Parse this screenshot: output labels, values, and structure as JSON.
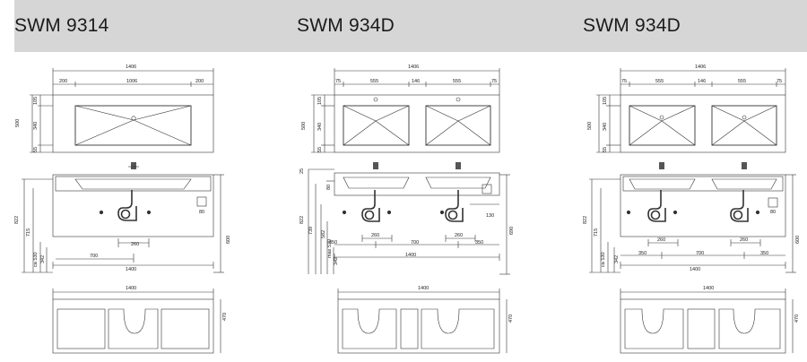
{
  "titles": [
    "SWM 9314",
    "SWM 934D",
    "SWM 934D"
  ],
  "model_a": {
    "top": {
      "total": "1406",
      "left": "200",
      "middle": "1006",
      "right": "200",
      "depth": "500",
      "d1": "105",
      "d2": "340",
      "d3": "55"
    },
    "front": {
      "height": "822",
      "h1": "715",
      "h2": "ca 530",
      "h3": "342",
      "width": "1400",
      "drain_offset": "700",
      "trap": "260",
      "box": "80",
      "cabinet": "600"
    },
    "bottom": {
      "width": "1400",
      "height": "470"
    }
  },
  "model_b": {
    "top": {
      "total": "1406",
      "edge_l": "75",
      "bowl_l": "555",
      "gap": "146",
      "bowl_r": "555",
      "edge_r": "75",
      "depth": "500",
      "d1": "105",
      "d2": "340",
      "d3": "55"
    },
    "front": {
      "height": "822",
      "h_top": "25",
      "h_shelf": "80",
      "h1": "739",
      "h2": "582",
      "h3": "max 530",
      "h4": "342",
      "left": "350",
      "mid": "700",
      "right": "350",
      "width": "1400",
      "trap": "260",
      "trap2": "260",
      "box": "130",
      "cabinet": "690"
    },
    "bottom": {
      "width": "1400",
      "height": "470"
    }
  },
  "model_c": {
    "top": {
      "total": "1406",
      "edge_l": "75",
      "bowl_l": "555",
      "gap": "146",
      "bowl_r": "555",
      "edge_r": "75",
      "depth": "500",
      "d1": "105",
      "d2": "340",
      "d3": "55"
    },
    "front": {
      "height": "822",
      "h1": "715",
      "h2": "ca 530",
      "h3": "342",
      "left": "350",
      "mid": "700",
      "right": "350",
      "width": "1400",
      "trap": "260",
      "trap2": "260",
      "box": "80",
      "cabinet": "600"
    },
    "bottom": {
      "width": "1400",
      "height": "470"
    }
  }
}
